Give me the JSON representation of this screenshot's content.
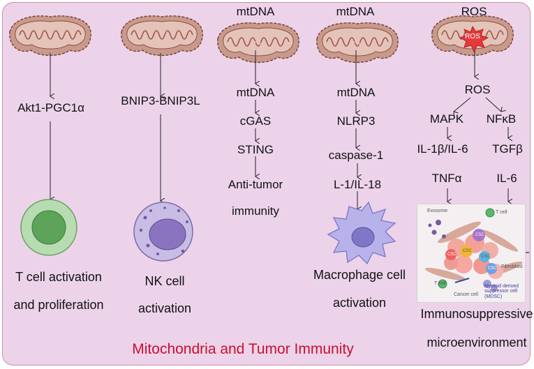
{
  "columns": [
    {
      "header": "",
      "steps": [
        "Akt1-PGC1α"
      ],
      "outcome": [
        "T cell activation",
        "and proliferation"
      ]
    },
    {
      "header": "",
      "steps": [
        "BNIP3-BNIP3L"
      ],
      "outcome": [
        "NK cell",
        "activation"
      ]
    },
    {
      "header": "mtDNA",
      "steps": [
        "mtDNA",
        "cGAS",
        "STING",
        "Anti-tumor",
        "immunity"
      ],
      "outcome": []
    },
    {
      "header": "mtDNA",
      "steps": [
        "mtDNA",
        "NLRP3",
        "caspase-1",
        "L-1/IL-18"
      ],
      "outcome": [
        "Macrophage cell",
        "activation"
      ]
    },
    {
      "header": "ROS",
      "inner_label": "ROS",
      "steps": [
        "ROS"
      ],
      "left_branch": [
        "MAPK",
        "IL-1β/IL-6",
        "TNFα"
      ],
      "right_branch": [
        "NFκB",
        "TGFβ",
        "IL-6"
      ],
      "outcome": [
        "Immunosuppressive",
        "microenvironment"
      ]
    }
  ],
  "inset": {
    "labels": {
      "exosome": "Exosome",
      "tcell_top": "T cell",
      "csc": "CSC",
      "fibroblast": "Fibroblast",
      "tcell_bottom": "T cell",
      "mdsc": "Myeloid derived suppressor cell (MDSC)",
      "cancer": "Cancer cell"
    }
  },
  "title": "Mitochondria and Tumor Immunity",
  "colors": {
    "title": "#c8102e",
    "panel": "#ecd3ea",
    "mito_fill": "#c89a8c",
    "mito_edge": "#7a3a30",
    "ros_burst": "#e43a3a"
  }
}
